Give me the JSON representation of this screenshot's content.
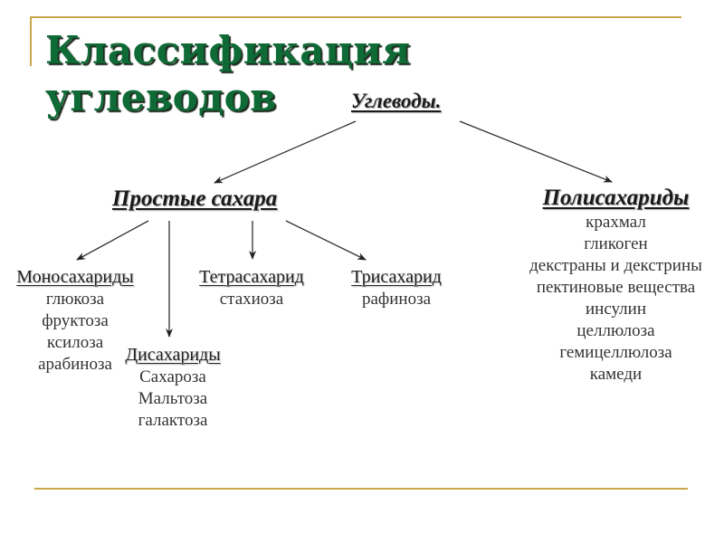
{
  "slide": {
    "title_lines": [
      "Классификация",
      "углеводов"
    ],
    "colors": {
      "title": "#0f6b36",
      "accent_lines": "#c9a84a",
      "text": "#222222"
    }
  },
  "diagram": {
    "root": {
      "label": "Углеводы."
    },
    "simple_sugars": {
      "label": "Простые сахара",
      "children": {
        "monosaccharides": {
          "label": "Моносахариды",
          "items": [
            "глюкоза",
            "фруктоза",
            "ксилоза",
            "арабиноза"
          ]
        },
        "disaccharides": {
          "label": "Дисахариды",
          "items": [
            "Сахароза",
            "Мальтоза",
            "галактоза"
          ]
        },
        "tetrasaccharide": {
          "label": "Тетрасахарид",
          "items": [
            "стахиоза"
          ]
        },
        "trisaccharide": {
          "label": "Трисахарид",
          "items": [
            "рафиноза"
          ]
        }
      }
    },
    "polysaccharides": {
      "label": "Полисахариды",
      "items": [
        "крахмал",
        "гликоген",
        "декстраны и декстрины",
        "пектиновые вещества",
        "инсулин",
        "целлюлоза",
        "гемицеллюлоза",
        "камеди"
      ]
    }
  }
}
